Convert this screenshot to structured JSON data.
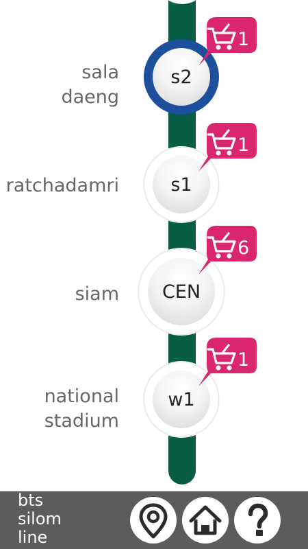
{
  "line": {
    "name_lines": [
      "bts",
      "silom",
      "line"
    ]
  },
  "stations": [
    {
      "code": "s2",
      "name_lines": [
        "sala",
        "daeng"
      ],
      "cart_count": "1",
      "current": true
    },
    {
      "code": "s1",
      "name_lines": [
        "ratchadamri"
      ],
      "cart_count": "1",
      "current": false
    },
    {
      "code": "CEN",
      "name_lines": [
        "siam"
      ],
      "cart_count": "6",
      "current": false
    },
    {
      "code": "w1",
      "name_lines": [
        "national",
        "stadium"
      ],
      "cart_count": "1",
      "current": false
    }
  ],
  "nav": {
    "buttons": [
      "location-pin",
      "home",
      "help"
    ]
  },
  "colors": {
    "track": "#075e45",
    "current_ring": "#1d4f9d",
    "badge": "#d9266f",
    "bottom_bar": "#5c5c5c"
  }
}
